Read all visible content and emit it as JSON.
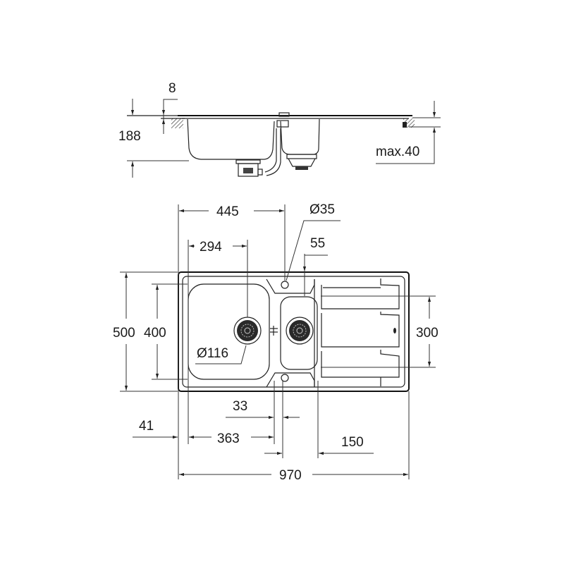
{
  "drawing": {
    "type": "technical-dimension-drawing",
    "subject": "inset kitchen sink, 1.5 bowl with drainer",
    "colors": {
      "line": "#222222",
      "background": "#ffffff",
      "drain": "#333333"
    }
  },
  "side_view": {
    "labels": {
      "rim_thickness": "8",
      "depth": "188",
      "worktop_max": "max.40"
    }
  },
  "top_view": {
    "labels": {
      "main_bowl_to_tap": "445",
      "main_bowl_drain_offset": "294",
      "tap_hole": "Ø35",
      "small_bowl_offset": "55",
      "overall_depth": "500",
      "main_bowl_depth": "400",
      "drain_diameter": "Ø116",
      "drainer_width": "300",
      "divider_width": "33",
      "edge_offset": "41",
      "main_bowl_width": "363",
      "small_bowl_width": "150",
      "overall_width": "970"
    }
  }
}
